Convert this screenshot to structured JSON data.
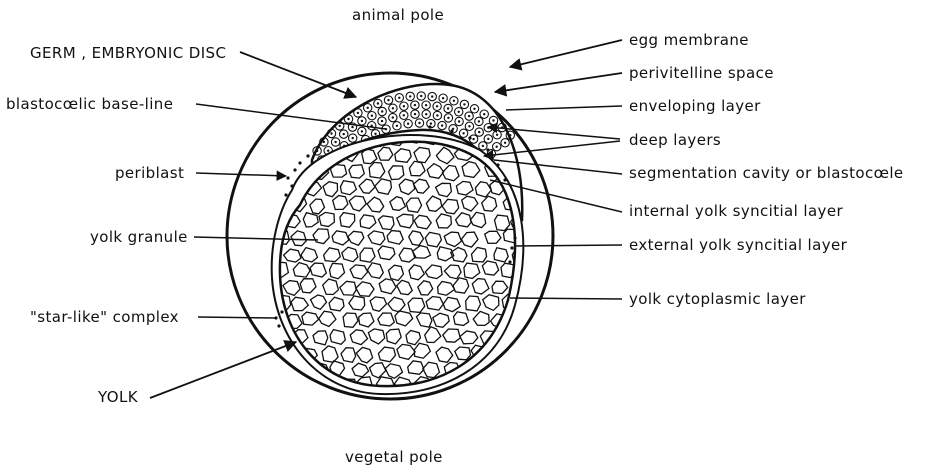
{
  "labels": {
    "animal_pole": "animal pole",
    "vegetal_pole": "vegetal pole",
    "germ_disc": "GERM , EMBRYONIC DISC",
    "blastocoelic_base_line": "blastocœlic base-line",
    "periblast": "periblast",
    "yolk_granule": "yolk granule",
    "star_like_complex": "\"star-like\" complex",
    "yolk": "YOLK",
    "egg_membrane": "egg membrane",
    "perivitelline_space": "perivitelline space",
    "enveloping_layer": "enveloping layer",
    "deep_layers": "deep layers",
    "segmentation_cavity": "segmentation cavity or blastocœle",
    "internal_ysl": "internal yolk syncitial layer",
    "external_ysl": "external yolk syncitial layer",
    "yolk_cytoplasmic_layer": "yolk cytoplasmic layer"
  },
  "colors": {
    "ink": "#111111",
    "background": "#ffffff"
  }
}
